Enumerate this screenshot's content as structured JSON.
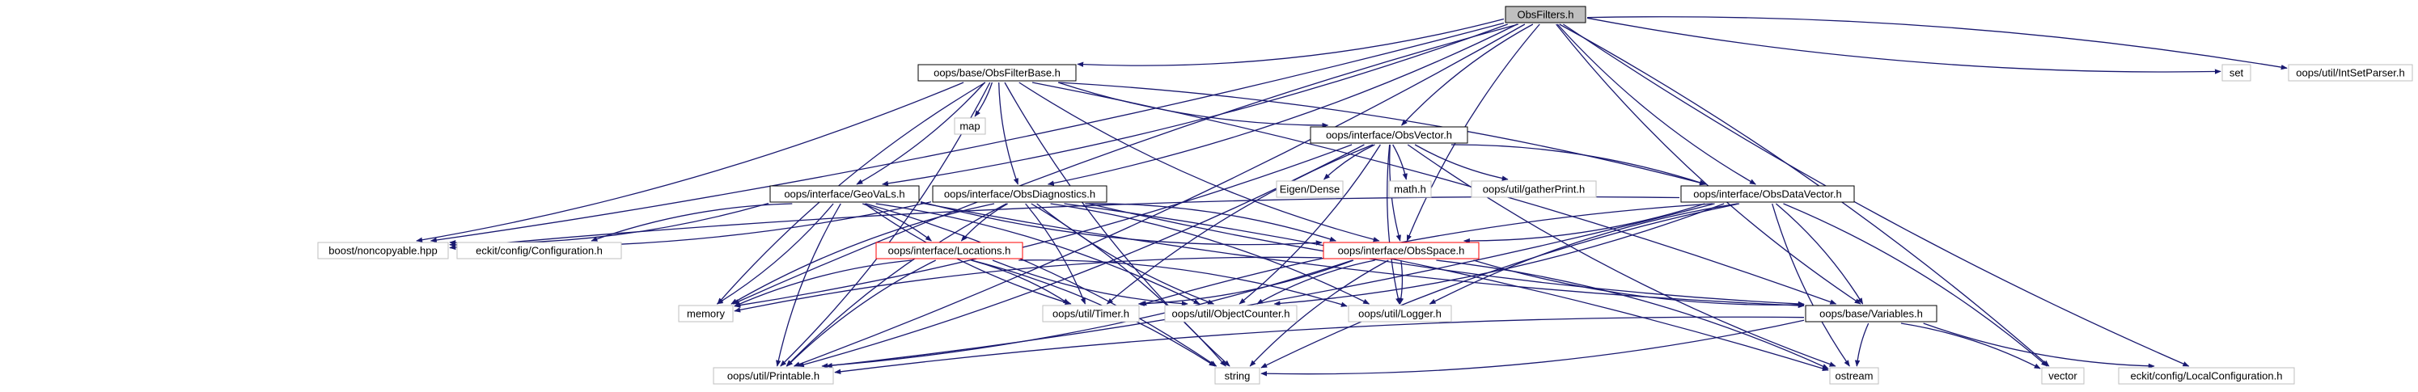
{
  "colors": {
    "background": "#ffffff",
    "edge": "#191970",
    "edge_system": "#a9a9a9",
    "node_border_local": "#000000",
    "node_border_system": "#bfbfbf",
    "node_border_incomplete": "#ff0000",
    "root_fill": "#bfbfbf",
    "node_fill": "#ffffff",
    "text": "#000000"
  },
  "nodes": [
    {
      "id": "obsfilters",
      "label": "ObsFilters.h",
      "kind": "root"
    },
    {
      "id": "obsfilterbase",
      "label": "oops/base/ObsFilterBase.h",
      "kind": "local"
    },
    {
      "id": "set",
      "label": "set",
      "kind": "system"
    },
    {
      "id": "intsetparser",
      "label": "oops/util/IntSetParser.h",
      "kind": "system"
    },
    {
      "id": "map",
      "label": "map",
      "kind": "system"
    },
    {
      "id": "obsvector",
      "label": "oops/interface/ObsVector.h",
      "kind": "local"
    },
    {
      "id": "eigen",
      "label": "Eigen/Dense",
      "kind": "system"
    },
    {
      "id": "math",
      "label": "math.h",
      "kind": "system"
    },
    {
      "id": "gatherprint",
      "label": "oops/util/gatherPrint.h",
      "kind": "system"
    },
    {
      "id": "geovals",
      "label": "oops/interface/GeoVaLs.h",
      "kind": "local"
    },
    {
      "id": "obsdiagnostics",
      "label": "oops/interface/ObsDiagnostics.h",
      "kind": "local"
    },
    {
      "id": "obsdatavector",
      "label": "oops/interface/ObsDataVector.h",
      "kind": "local"
    },
    {
      "id": "noncopyable",
      "label": "boost/noncopyable.hpp",
      "kind": "system"
    },
    {
      "id": "configuration",
      "label": "eckit/config/Configuration.h",
      "kind": "system"
    },
    {
      "id": "locations",
      "label": "oops/interface/Locations.h",
      "kind": "incomplete"
    },
    {
      "id": "obsspace",
      "label": "oops/interface/ObsSpace.h",
      "kind": "incomplete"
    },
    {
      "id": "memory",
      "label": "memory",
      "kind": "system"
    },
    {
      "id": "timer",
      "label": "oops/util/Timer.h",
      "kind": "system"
    },
    {
      "id": "objectcounter",
      "label": "oops/util/ObjectCounter.h",
      "kind": "system"
    },
    {
      "id": "logger",
      "label": "oops/util/Logger.h",
      "kind": "system"
    },
    {
      "id": "variables",
      "label": "oops/base/Variables.h",
      "kind": "local"
    },
    {
      "id": "printable",
      "label": "oops/util/Printable.h",
      "kind": "system"
    },
    {
      "id": "string",
      "label": "string",
      "kind": "system"
    },
    {
      "id": "ostream",
      "label": "ostream",
      "kind": "system"
    },
    {
      "id": "vector",
      "label": "vector",
      "kind": "system"
    },
    {
      "id": "localconfiguration",
      "label": "eckit/config/LocalConfiguration.h",
      "kind": "system"
    }
  ],
  "edges": [
    [
      "obsfilters",
      "obsfilterbase"
    ],
    [
      "obsfilters",
      "set"
    ],
    [
      "obsfilters",
      "intsetparser"
    ],
    [
      "obsfilters",
      "obsvector"
    ],
    [
      "obsfilters",
      "obsdiagnostics"
    ],
    [
      "obsfilters",
      "obsdatavector"
    ],
    [
      "obsfilters",
      "geovals"
    ],
    [
      "obsfilters",
      "obsspace"
    ],
    [
      "obsfilters",
      "noncopyable"
    ],
    [
      "obsfilters",
      "memory"
    ],
    [
      "obsfilters",
      "printable"
    ],
    [
      "obsfilters",
      "variables"
    ],
    [
      "obsfilters",
      "vector"
    ],
    [
      "obsfilters",
      "localconfiguration"
    ],
    [
      "obsfilterbase",
      "map"
    ],
    [
      "obsfilterbase",
      "obsvector"
    ],
    [
      "obsfilterbase",
      "geovals"
    ],
    [
      "obsfilterbase",
      "obsdiagnostics"
    ],
    [
      "obsfilterbase",
      "obsdatavector"
    ],
    [
      "obsfilterbase",
      "obsspace"
    ],
    [
      "obsfilterbase",
      "noncopyable"
    ],
    [
      "obsfilterbase",
      "memory"
    ],
    [
      "obsfilterbase",
      "printable"
    ],
    [
      "obsfilterbase",
      "string"
    ],
    [
      "obsfilterbase",
      "variables"
    ],
    [
      "obsvector",
      "eigen"
    ],
    [
      "obsvector",
      "math"
    ],
    [
      "obsvector",
      "gatherprint"
    ],
    [
      "obsvector",
      "obsdatavector"
    ],
    [
      "obsvector",
      "obsspace"
    ],
    [
      "obsvector",
      "memory"
    ],
    [
      "obsvector",
      "timer"
    ],
    [
      "obsvector",
      "objectcounter"
    ],
    [
      "obsvector",
      "logger"
    ],
    [
      "obsvector",
      "printable"
    ],
    [
      "obsvector",
      "ostream"
    ],
    [
      "geovals",
      "noncopyable"
    ],
    [
      "geovals",
      "configuration"
    ],
    [
      "geovals",
      "locations"
    ],
    [
      "geovals",
      "obsspace"
    ],
    [
      "geovals",
      "memory"
    ],
    [
      "geovals",
      "timer"
    ],
    [
      "geovals",
      "objectcounter"
    ],
    [
      "geovals",
      "printable"
    ],
    [
      "geovals",
      "string"
    ],
    [
      "geovals",
      "variables"
    ],
    [
      "obsdiagnostics",
      "noncopyable"
    ],
    [
      "obsdiagnostics",
      "locations"
    ],
    [
      "obsdiagnostics",
      "obsspace"
    ],
    [
      "obsdiagnostics",
      "memory"
    ],
    [
      "obsdiagnostics",
      "timer"
    ],
    [
      "obsdiagnostics",
      "objectcounter"
    ],
    [
      "obsdiagnostics",
      "logger"
    ],
    [
      "obsdiagnostics",
      "printable"
    ],
    [
      "obsdiagnostics",
      "string"
    ],
    [
      "obsdiagnostics",
      "variables"
    ],
    [
      "obsdiagnostics",
      "ostream"
    ],
    [
      "obsdatavector",
      "noncopyable"
    ],
    [
      "obsdatavector",
      "obsspace"
    ],
    [
      "obsdatavector",
      "timer"
    ],
    [
      "obsdatavector",
      "objectcounter"
    ],
    [
      "obsdatavector",
      "logger"
    ],
    [
      "obsdatavector",
      "printable"
    ],
    [
      "obsdatavector",
      "string"
    ],
    [
      "obsdatavector",
      "variables"
    ],
    [
      "obsdatavector",
      "ostream"
    ],
    [
      "obsdatavector",
      "vector"
    ],
    [
      "locations",
      "memory"
    ],
    [
      "locations",
      "timer"
    ],
    [
      "locations",
      "objectcounter"
    ],
    [
      "locations",
      "logger"
    ],
    [
      "locations",
      "printable"
    ],
    [
      "locations",
      "string"
    ],
    [
      "obsspace",
      "memory"
    ],
    [
      "obsspace",
      "timer"
    ],
    [
      "obsspace",
      "objectcounter"
    ],
    [
      "obsspace",
      "logger"
    ],
    [
      "obsspace",
      "variables"
    ],
    [
      "obsspace",
      "printable"
    ],
    [
      "obsspace",
      "string"
    ],
    [
      "obsspace",
      "ostream"
    ],
    [
      "variables",
      "printable"
    ],
    [
      "variables",
      "string"
    ],
    [
      "variables",
      "ostream"
    ],
    [
      "variables",
      "vector"
    ],
    [
      "variables",
      "localconfiguration"
    ]
  ]
}
